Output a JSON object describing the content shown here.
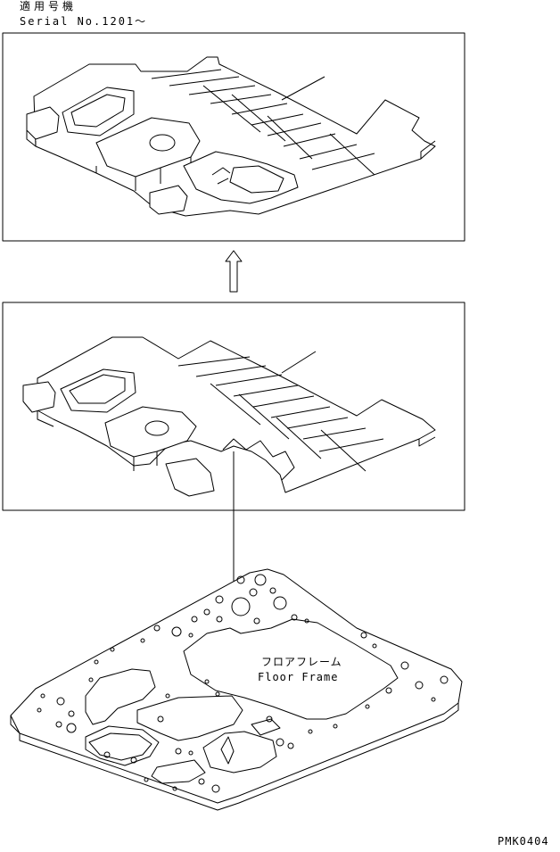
{
  "header": {
    "applicable_models_jp": "適用号機",
    "serial_range": "Serial No.1201～"
  },
  "labels": {
    "floor_frame_jp": "フロアフレーム",
    "floor_frame_en": "Floor Frame"
  },
  "footer": {
    "figure_code": "PMK0404"
  }
}
